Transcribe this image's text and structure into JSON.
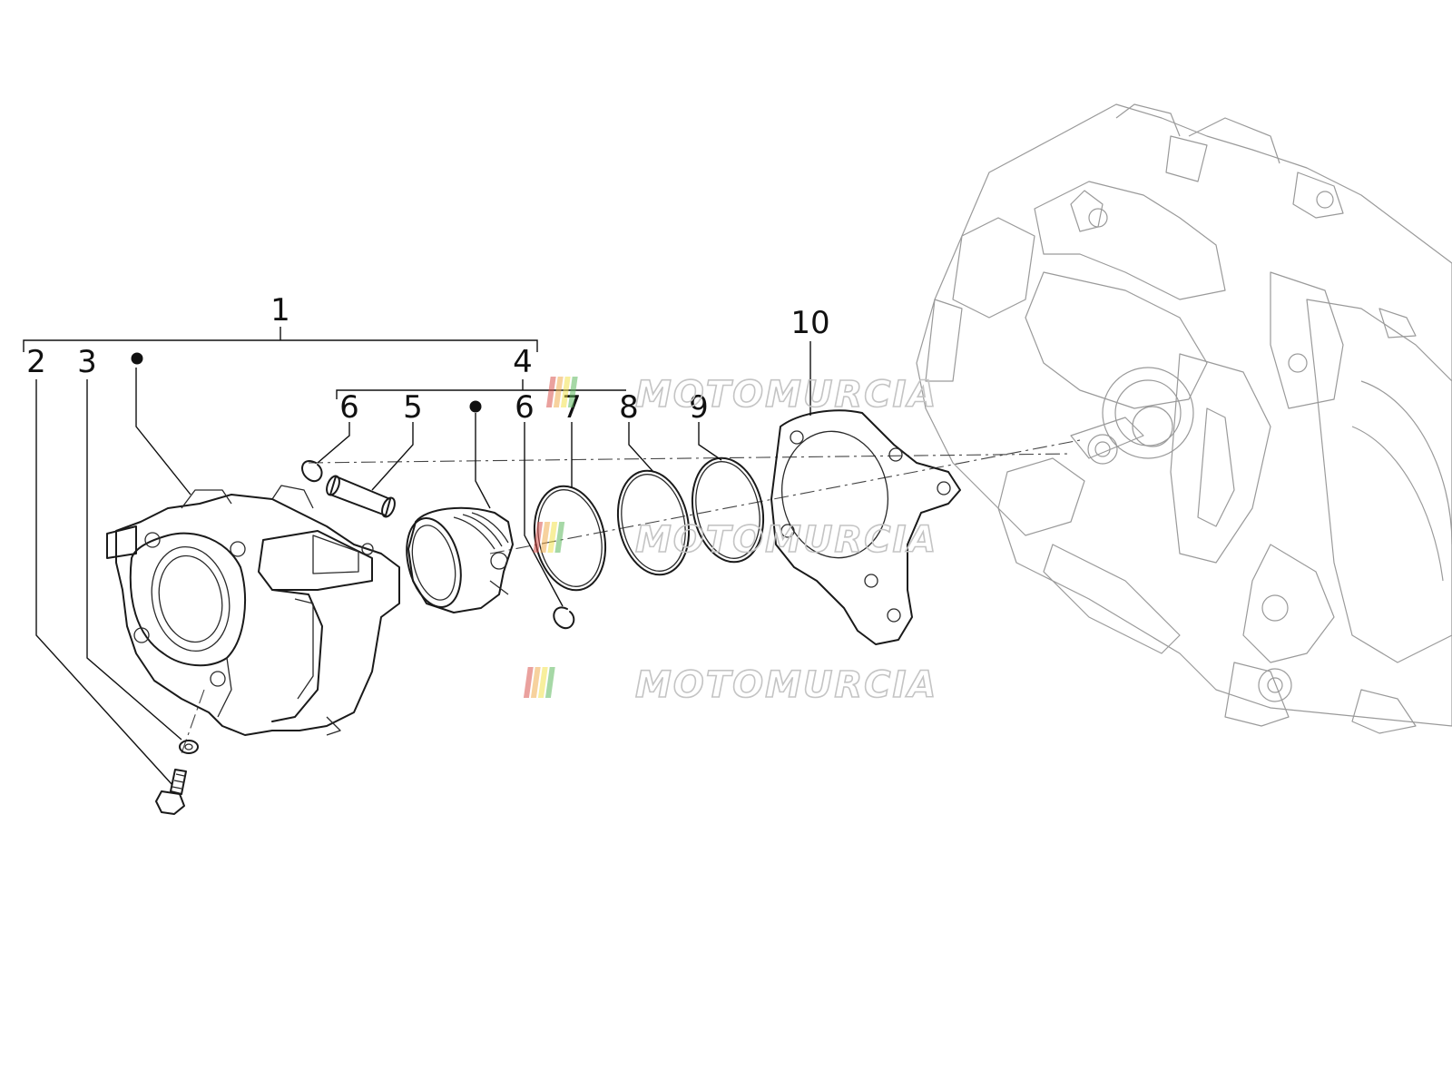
{
  "diagram": {
    "callouts": {
      "c1": "1",
      "c2": "2",
      "c3": "3",
      "c4": "4",
      "c5": "5",
      "c6a": "6",
      "c6b": "6",
      "c7": "7",
      "c8": "8",
      "c9": "9",
      "c10": "10"
    },
    "watermark": {
      "text": "MOTOMURCIA",
      "stripe_colors": [
        "#d9534f",
        "#f0ad4e",
        "#f2e14c",
        "#5cb85c"
      ]
    }
  }
}
